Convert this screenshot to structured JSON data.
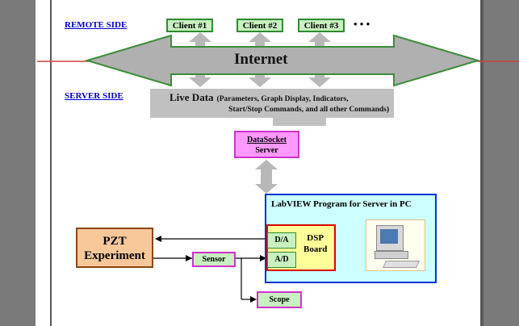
{
  "labels": {
    "remote_side": "REMOTE SIDE",
    "server_side": "SERVER SIDE"
  },
  "clients": [
    "Client #1",
    "Client #2",
    "Client #3"
  ],
  "ellipsis": "• • •",
  "internet": "Internet",
  "live_data": {
    "title": "Live Data",
    "details_line1": "(Parameters, Graph Display, Indicators,",
    "details_line2": "Start/Stop Commands, and all other Commands)"
  },
  "datasocket": {
    "line1": "DataSocket",
    "line2": "Server"
  },
  "labview": {
    "title": "LabVIEW Program for Server in PC"
  },
  "dsp": {
    "line1": "DSP",
    "line2": "Board"
  },
  "da": "D/A",
  "ad": "A/D",
  "pzt": {
    "line1": "PZT",
    "line2": "Experiment"
  },
  "sensor": "Sensor",
  "scope": "Scope",
  "colors": {
    "link_blue": "#0000cc",
    "client_fill": "#c8f0c0",
    "internet_arrow": "#3c8c3c",
    "pink": "#ff99ff",
    "light_cyan": "#ccffff",
    "labview_border": "#0033cc",
    "pzt_fill": "#f8c89a",
    "red_arrow": "#dd0000"
  }
}
